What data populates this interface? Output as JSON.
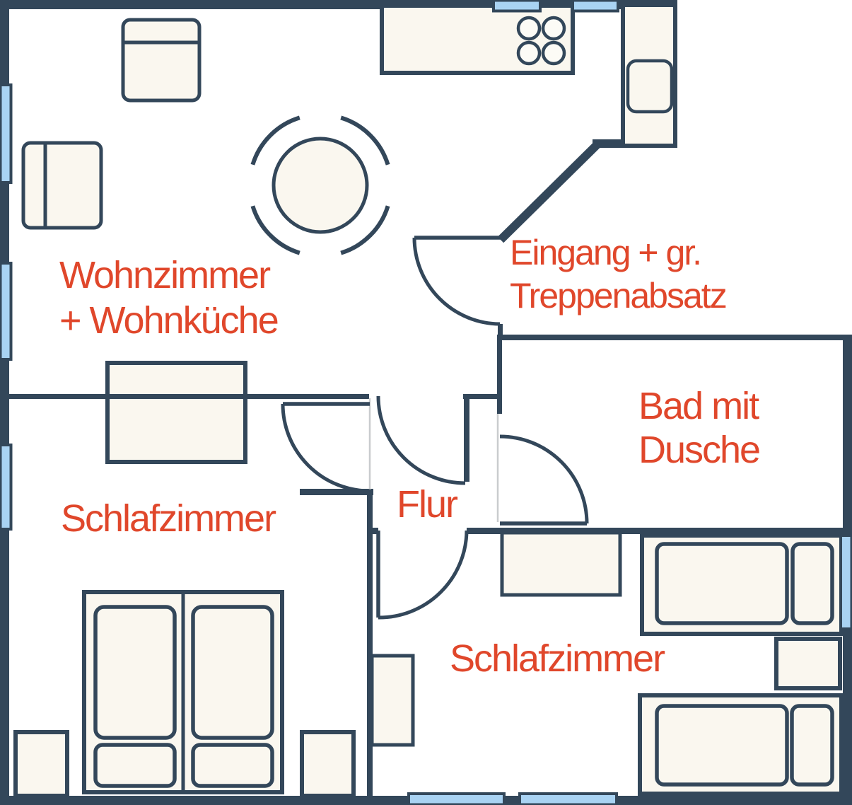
{
  "colors": {
    "wall": "#33475A",
    "furniture_fill": "#FAF7EF",
    "burner_fill": "#FCFBF6",
    "window": "#A9D3F3",
    "label": "#E0472B",
    "threshold": "#C9CCCE",
    "background": "#FFFFFF"
  },
  "rooms": {
    "living_room": {
      "label_line1": "Wohnzimmer",
      "label_line2": "+ Wohnküche"
    },
    "entrance": {
      "label_line1": "Eingang + gr.",
      "label_line2": "Treppenabsatz"
    },
    "bathroom": {
      "label_line1": "Bad mit",
      "label_line2": "Dusche"
    },
    "hallway": {
      "label": "Flur"
    },
    "bedroom_left": {
      "label": "Schlafzimmer"
    },
    "bedroom_right": {
      "label": "Schlafzimmer"
    }
  },
  "furniture": {
    "living_room": [
      "armchair",
      "sofa",
      "round-dining-table-with-chairs",
      "sideboard",
      "kitchen-counter-with-stove",
      "kitchen-counter-with-sink"
    ],
    "bedroom_left": [
      "double-bed",
      "nightstand",
      "nightstand"
    ],
    "bedroom_right": [
      "single-bed",
      "single-bed",
      "nightstand",
      "wardrobe",
      "wardrobe"
    ]
  }
}
